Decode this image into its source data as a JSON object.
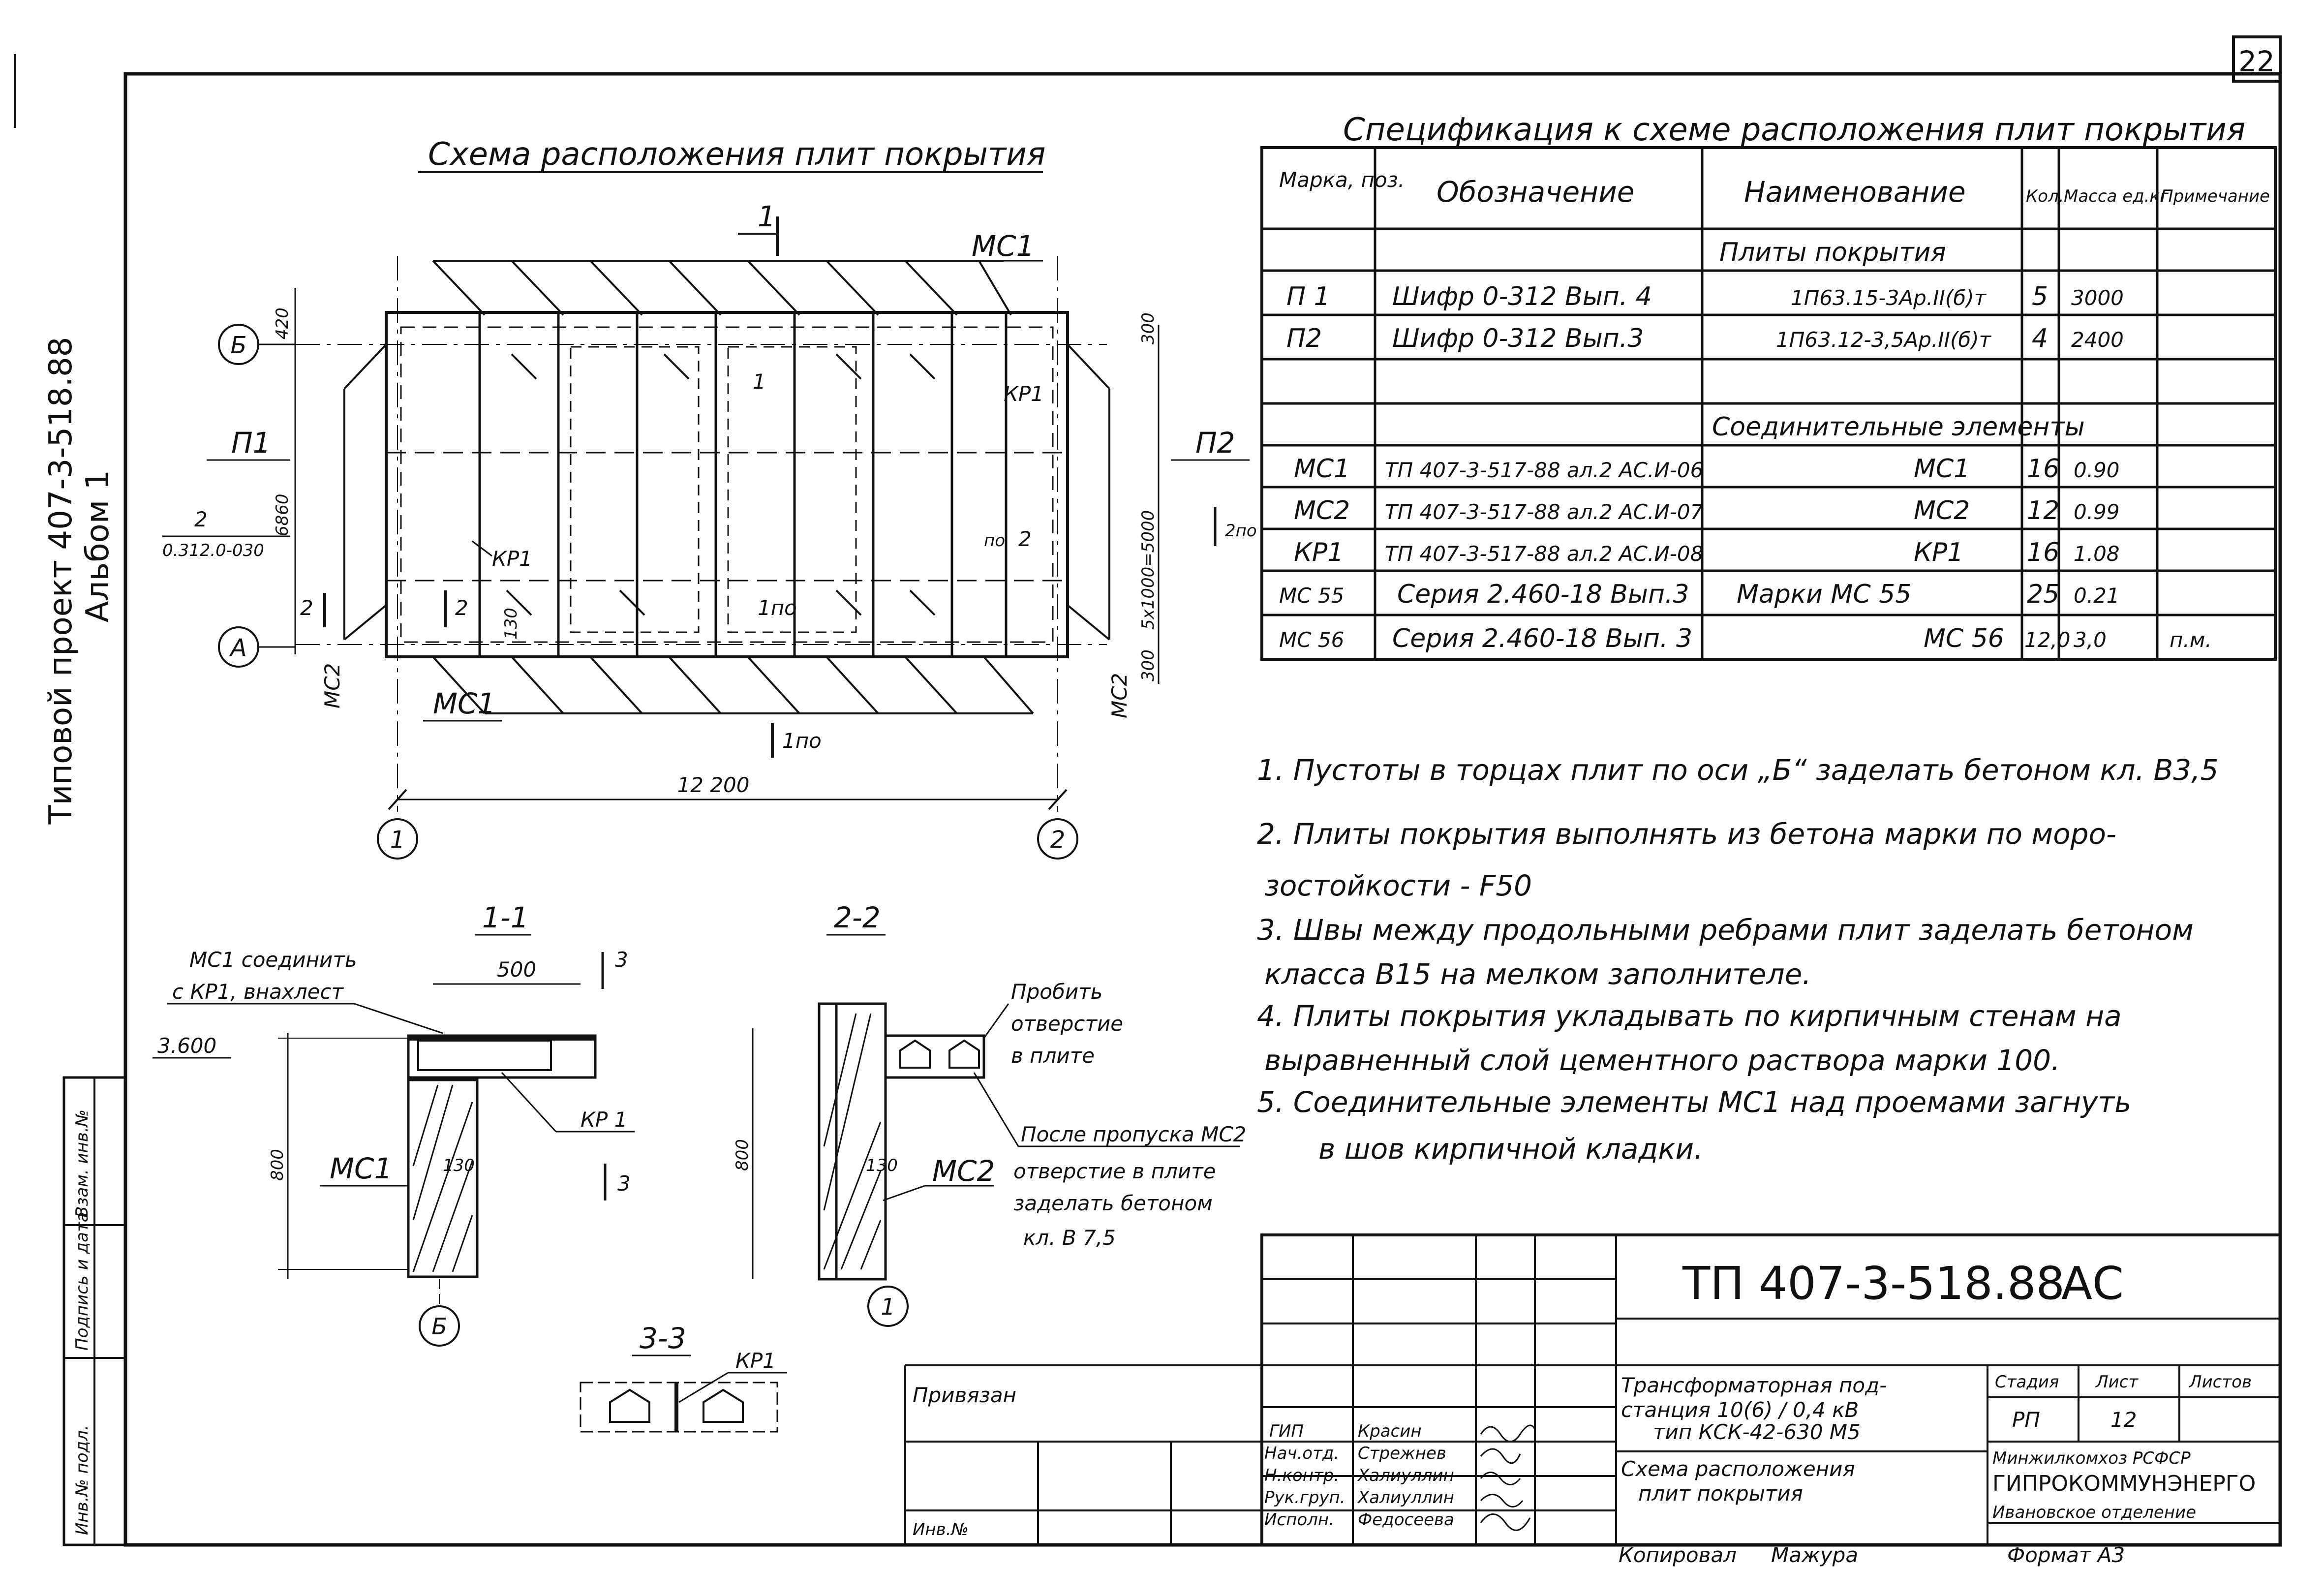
{
  "page_number": "22",
  "side_label": {
    "line1": "Типовой проект 407-3-518.88",
    "line2": "Альбом 1"
  },
  "plan": {
    "title": "Схема расположения плит покрытия",
    "labels": {
      "cut1": "1",
      "cut1b": "1",
      "cut1bot": "1по",
      "cut1mid": "1по",
      "cut2": "2",
      "cut2b": "2",
      "cut2r": "2",
      "cut2ro": "по",
      "cut2po": "2по",
      "ms1_top": "МС1",
      "ms1_bot": "МС1",
      "kp1_top": "КР1",
      "kp1_left": "КР1",
      "p1": "П1",
      "p2": "П2",
      "ms2_l": "МС2",
      "ms2_r": "МС2",
      "dim_420": "420",
      "dim_6860": "6860",
      "dim_300t": "300",
      "dim_5000": "5х1000=5000",
      "dim_300b": "300",
      "dim_130": "130",
      "dim_12200": "12 200",
      "ref_2": "2",
      "ref_code": "0.312.0-030",
      "axis_b": "Б",
      "axis_a": "А",
      "axis_1": "1",
      "axis_2": "2"
    }
  },
  "spec": {
    "title": "Спецификация к схеме расположения плит покрытия",
    "headers": [
      "Марка, поз.",
      "Обозначение",
      "Наименование",
      "Кол.",
      "Масса ед.кг",
      "Примечание"
    ],
    "rows": [
      [
        "",
        "",
        "Плиты покрытия",
        "",
        "",
        ""
      ],
      [
        "П 1",
        "Шифр 0-312 Вып. 4",
        "1П63.15-3Ар.II(б)т",
        "5",
        "3000",
        ""
      ],
      [
        "П2",
        "Шифр 0-312 Вып.3",
        "1П63.12-3,5Ар.II(б)т",
        "4",
        "2400",
        ""
      ],
      [
        "",
        "",
        "",
        "",
        "",
        ""
      ],
      [
        "",
        "",
        "Соединительные элементы",
        "",
        "",
        ""
      ],
      [
        "МС1",
        "ТП 407-3-517-88 ал.2 АС.И-06",
        "МС1",
        "16",
        "0.90",
        ""
      ],
      [
        "МС2",
        "ТП 407-3-517-88 ал.2 АС.И-07",
        "МС2",
        "12",
        "0.99",
        ""
      ],
      [
        "КР1",
        "ТП 407-3-517-88 ал.2 АС.И-08",
        "КР1",
        "16",
        "1.08",
        ""
      ],
      [
        "МС 55",
        "Серия 2.460-18 Вып.3",
        "Марки МС 55",
        "25",
        "0.21",
        ""
      ],
      [
        "МС 56",
        "Серия 2.460-18 Вып. 3",
        "МС 56",
        "12,0",
        "3,0",
        "п.м."
      ]
    ]
  },
  "notes": [
    "1. Пустоты в торцах плит по оси „Б“ заделать бетоном кл. В3,5",
    "2. Плиты покрытия выполнять из бетона марки по моро-",
    "зостойкости - F50",
    "3. Швы между продольными ребрами плит заделать бетоном",
    "класса В15 на мелком заполнителе.",
    "4. Плиты покрытия укладывать по кирпичным стенам на",
    "выравненный слой цементного раствора марки 100.",
    "5. Соединительные элементы МС1 над проемами загнуть",
    "в шов кирпичной кладки."
  ],
  "section11": {
    "title": "1-1",
    "ms1_connect": "МС1 соединить",
    "ms1_connect2": "с КР1, внахлест",
    "dim_500": "500",
    "dim_3": "3",
    "dim_3b": "3",
    "level": "3.600",
    "dim_800": "800",
    "ms1": "МС1",
    "kp1": "КР 1",
    "dim_130": "130",
    "axis_b": "Б"
  },
  "section22": {
    "title": "2-2",
    "punch": [
      "Пробить",
      "отверстие",
      "в плите"
    ],
    "after": [
      "После пропуска МС2",
      "отверстие в плите",
      "заделать бетоном",
      "кл. В 7,5"
    ],
    "dim_800": "800",
    "dim_130": "130",
    "ms2": "МС2",
    "axis_1": "1"
  },
  "section33": {
    "title": "3-3",
    "kp1": "КР1"
  },
  "stamp": {
    "code": "ТП 407-3-518.88",
    "suffix": "АС",
    "bound": "Привязан",
    "inv": "Инв.№",
    "project_name": [
      "Трансформаторная под-",
      "станция 10(6) / 0,4 кВ",
      "тип КСК-42-630 М5"
    ],
    "sheet_name": [
      "Схема расположения",
      "плит покрытия"
    ],
    "stage_h": "Стадия",
    "sheet_h": "Лист",
    "sheets_h": "Листов",
    "stage": "РП",
    "sheet": "12",
    "org": [
      "Минжилкомхоз РСФСР",
      "ГИПРОКОММУНЭНЕРГО",
      "Ивановское отделение"
    ],
    "copied_label": "Копировал",
    "copied_name": "Мажура",
    "format": "Формат А3",
    "signers": [
      [
        "ГИП",
        "Красин"
      ],
      [
        "Нач.отд.",
        "Стрежнев"
      ],
      [
        "Н.контр.",
        "Халиуллин"
      ],
      [
        "Рук.груп.",
        "Халиуллин"
      ],
      [
        "Исполн.",
        "Федосеева"
      ]
    ],
    "left_strip": [
      "Инв.№ подл.",
      "Подпись и дата",
      "Взам. инв.№"
    ]
  }
}
